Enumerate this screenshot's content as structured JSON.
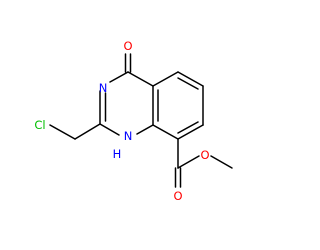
{
  "molecule": {
    "atoms": {
      "carbonyl_o": "O",
      "ring_n": "N",
      "nh_n": "N",
      "nh_h": "H",
      "cl": "Cl",
      "ester_o_double": "O",
      "ester_o_single": "O"
    },
    "colors": {
      "bond": "#000000",
      "oxygen": "#ff0000",
      "nitrogen": "#0000ff",
      "chlorine": "#00c000"
    }
  }
}
